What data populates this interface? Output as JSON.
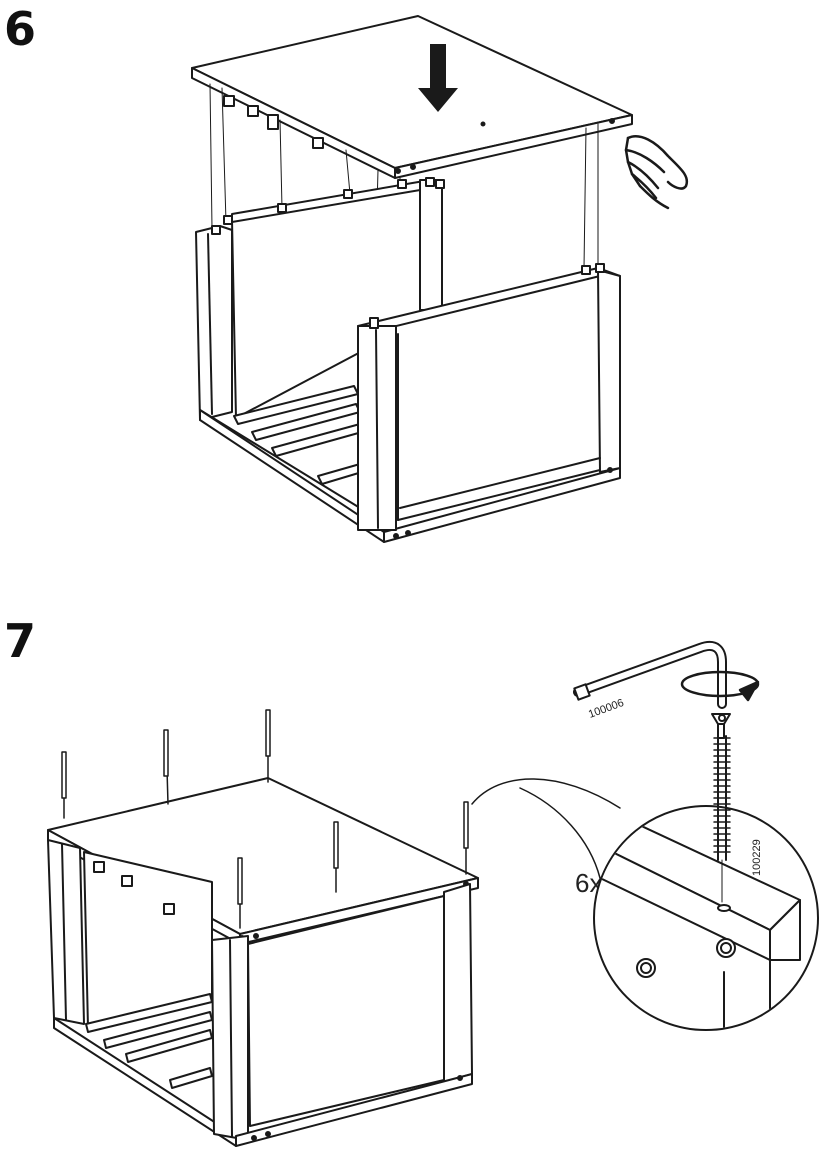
{
  "page": {
    "background": "#ffffff",
    "line_color": "#1a1a1a"
  },
  "steps": [
    {
      "number": "6",
      "action": "place top panel onto frame",
      "icons": [
        "down-arrow-icon",
        "hand-press-icon"
      ]
    },
    {
      "number": "7",
      "action": "fasten top panel with screws",
      "quantity_label": "6x",
      "tool_part_number": "100006",
      "screw_part_number": "100229",
      "icons": [
        "allen-key-icon",
        "rotate-clockwise-icon",
        "screw-icon",
        "detail-zoom-circle"
      ]
    }
  ]
}
